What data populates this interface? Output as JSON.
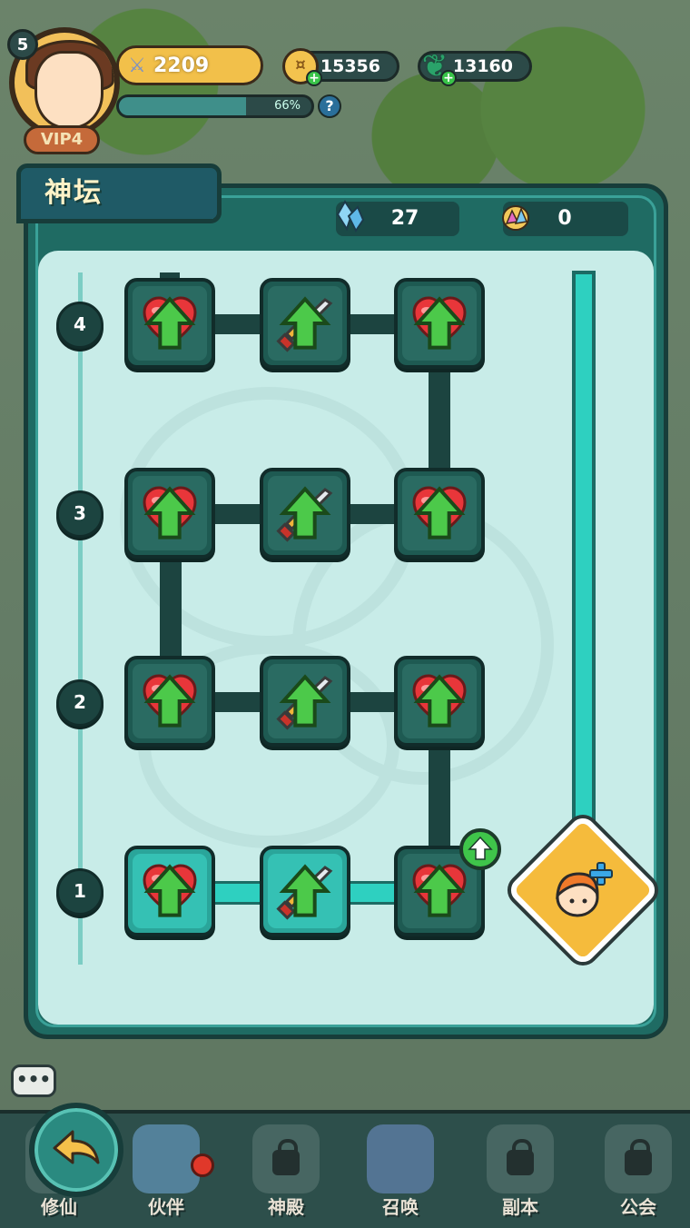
{
  "player": {
    "level": "5",
    "vip": "VIP4",
    "power": "2209",
    "exp_percent": "66%",
    "exp_fraction": 0.66
  },
  "resources": {
    "coins": "15356",
    "jade": "13160"
  },
  "panel": {
    "title": "神坛",
    "crystals": "27",
    "gems": "0"
  },
  "altar_grid": {
    "rows": [
      {
        "label": "4",
        "nodes": [
          "heart",
          "sword",
          "heart"
        ],
        "unlocked": [
          false,
          false,
          false
        ]
      },
      {
        "label": "3",
        "nodes": [
          "heart",
          "sword",
          "heart"
        ],
        "unlocked": [
          false,
          false,
          false
        ]
      },
      {
        "label": "2",
        "nodes": [
          "heart",
          "sword",
          "heart"
        ],
        "unlocked": [
          false,
          false,
          false
        ]
      },
      {
        "label": "1",
        "nodes": [
          "heart",
          "sword",
          "heart"
        ],
        "unlocked": [
          true,
          true,
          false
        ]
      }
    ]
  },
  "nav": {
    "items": [
      {
        "label": "修仙"
      },
      {
        "label": "伙伴"
      },
      {
        "label": "神殿"
      },
      {
        "label": "召唤"
      },
      {
        "label": "副本"
      },
      {
        "label": "公会"
      }
    ]
  },
  "colors": {
    "panel": "#1f6b63",
    "area": "#c8ece8",
    "active_path": "#2ed0c0",
    "upgrade_green": "#3fc54a"
  }
}
